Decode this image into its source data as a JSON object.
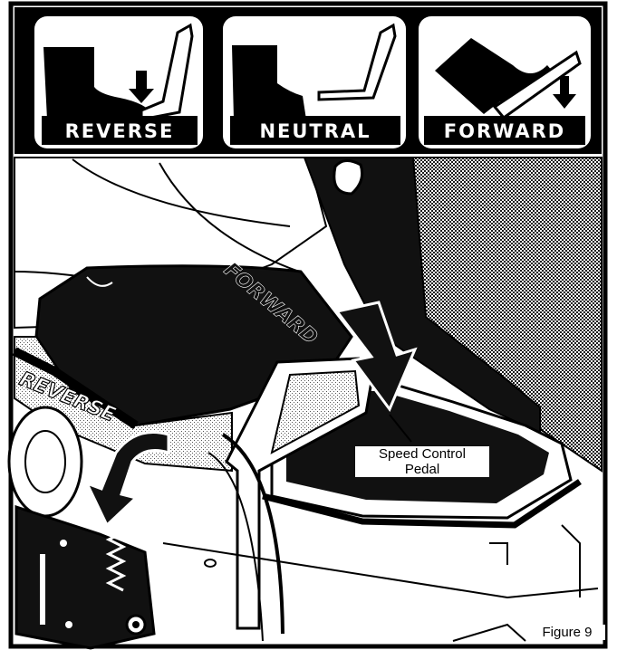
{
  "panels": [
    {
      "label": "REVERSE"
    },
    {
      "label": "NEUTRAL"
    },
    {
      "label": "FORWARD"
    }
  ],
  "arrow_labels": {
    "forward": "FORWARD",
    "reverse": "REVERSE"
  },
  "callout": {
    "line1": "Speed Control",
    "line2": "Pedal"
  },
  "caption": "Figure 9"
}
